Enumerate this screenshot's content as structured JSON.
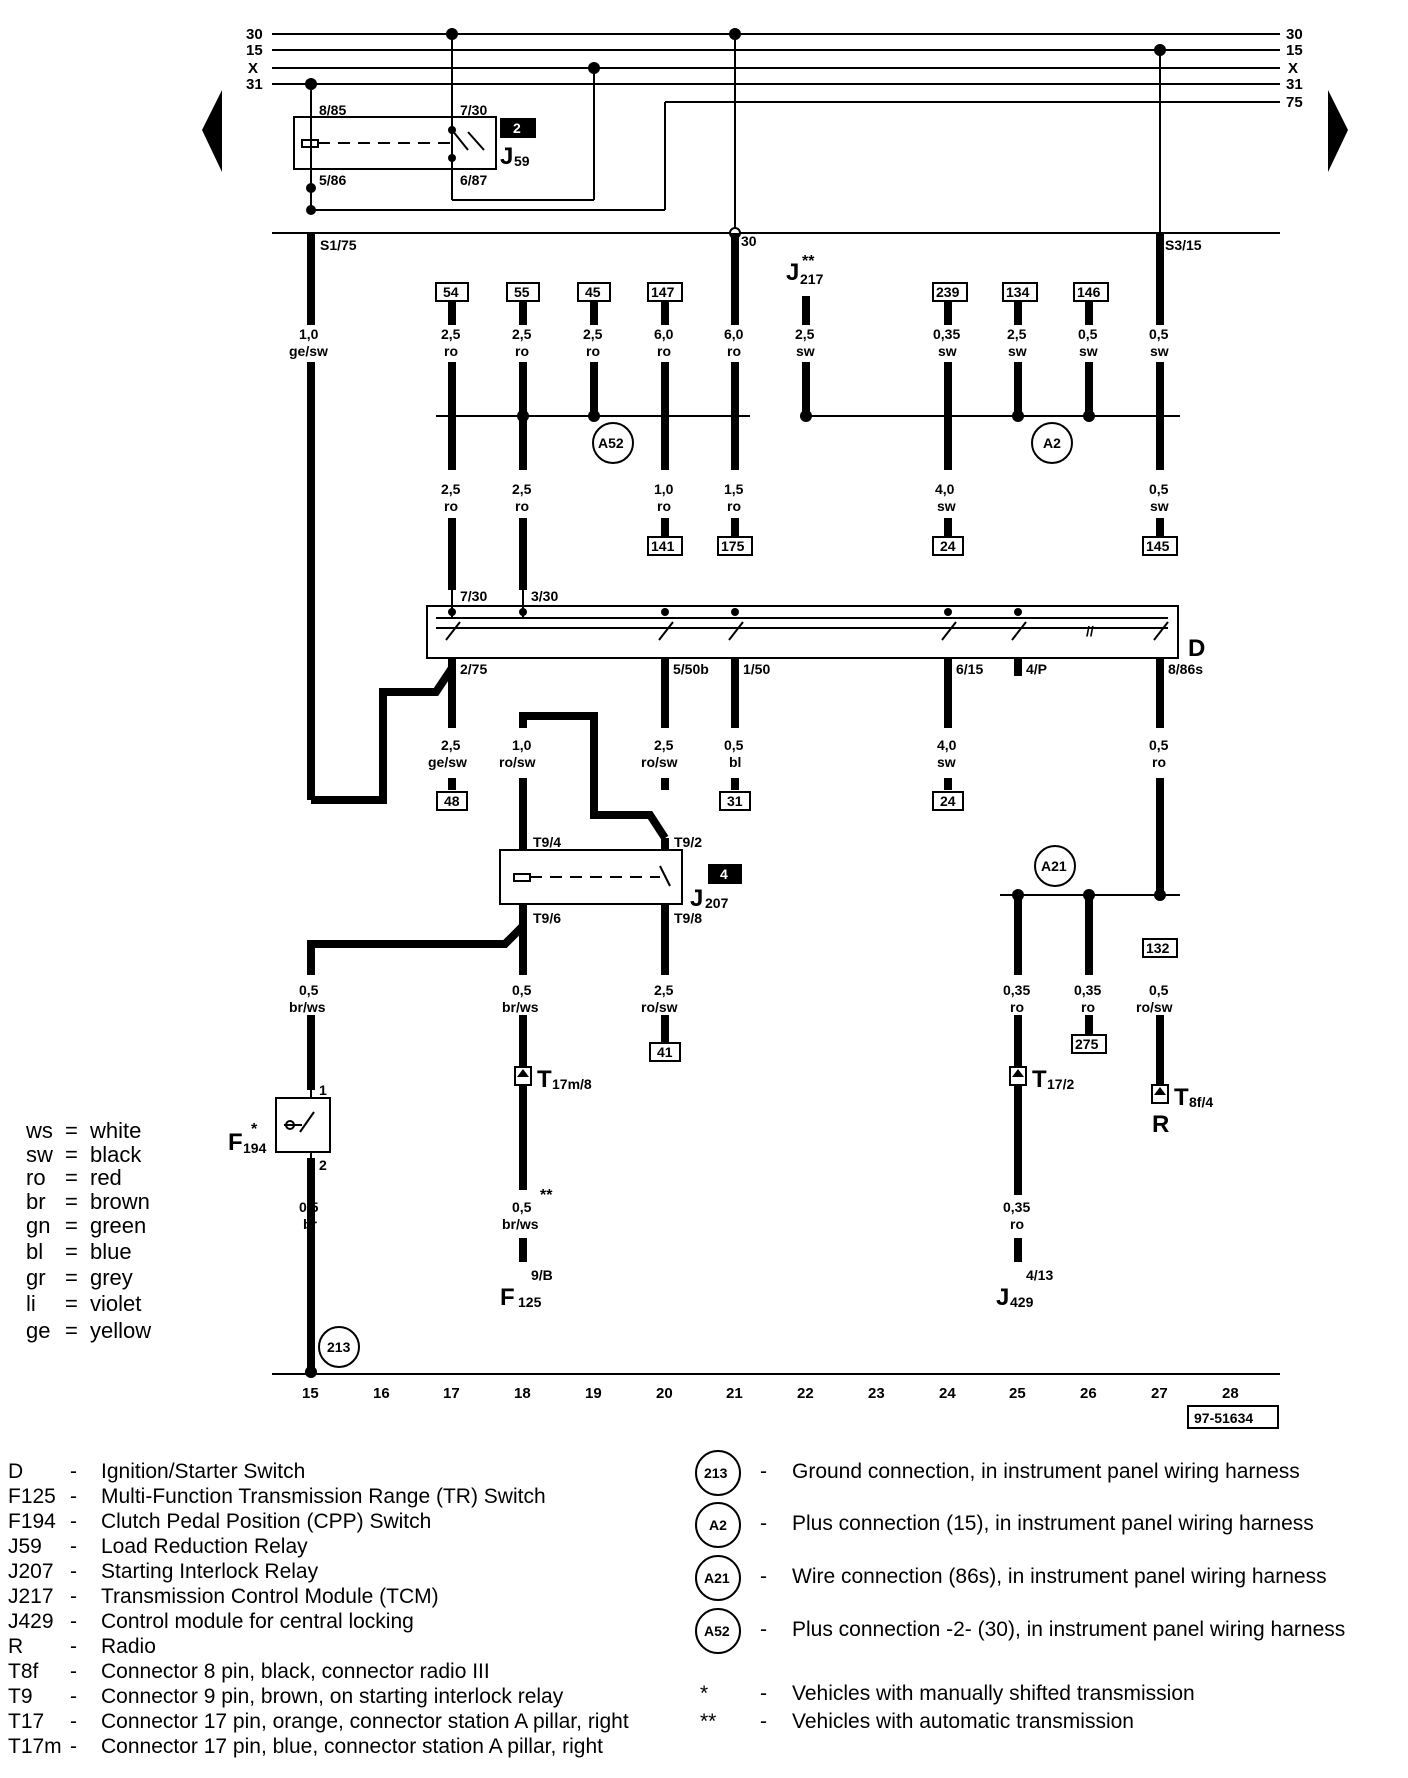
{
  "top_rails": [
    {
      "id": "30",
      "left": "30",
      "right": "30"
    },
    {
      "id": "15",
      "left": "15",
      "right": "15"
    },
    {
      "id": "x",
      "left": "X",
      "right": "X"
    },
    {
      "id": "31",
      "left": "31",
      "right": "31"
    },
    {
      "id": "75",
      "left": "",
      "right": "75"
    }
  ],
  "j59": {
    "badge": "2",
    "name": "J",
    "sub": "59",
    "pin_top_left": "8/85",
    "pin_top_right": "7/30",
    "pin_bottom_left": "5/86",
    "pin_bottom_right": "6/87"
  },
  "bus_labels": {
    "s1": "S1/75",
    "tap30": "30",
    "s3": "S3/15"
  },
  "j217": {
    "name": "J",
    "sub": "217",
    "star": "**"
  },
  "top_refs": [
    "54",
    "55",
    "45",
    "147",
    "239",
    "134",
    "146"
  ],
  "wires_upper": [
    {
      "g": "1,0",
      "c": "ge/sw"
    },
    {
      "g": "2,5",
      "c": "ro"
    },
    {
      "g": "2,5",
      "c": "ro"
    },
    {
      "g": "2,5",
      "c": "ro"
    },
    {
      "g": "6,0",
      "c": "ro"
    },
    {
      "g": "6,0",
      "c": "ro"
    },
    {
      "g": "2,5",
      "c": "sw"
    },
    {
      "g": "0,35",
      "c": "sw"
    },
    {
      "g": "2,5",
      "c": "sw"
    },
    {
      "g": "0,5",
      "c": "sw"
    },
    {
      "g": "0,5",
      "c": "sw"
    }
  ],
  "splices": {
    "a52": "A52",
    "a2": "A2",
    "a21": "A21",
    "g213": "213"
  },
  "wires_mid": [
    {
      "g": "2,5",
      "c": "ro"
    },
    {
      "g": "2,5",
      "c": "ro"
    },
    {
      "g": "1,0",
      "c": "ro"
    },
    {
      "g": "1,5",
      "c": "ro"
    },
    {
      "g": "4,0",
      "c": "sw"
    },
    {
      "g": "0,5",
      "c": "sw"
    }
  ],
  "mid_refs": [
    "141",
    "175",
    "24",
    "145"
  ],
  "switch_d": {
    "name": "D",
    "pins_top": [
      "7/30",
      "3/30"
    ],
    "pins_bottom": [
      "2/75",
      "5/50b",
      "1/50",
      "6/15",
      "4/P",
      "8/86s"
    ]
  },
  "wires_lower": [
    {
      "g": "2,5",
      "c": "ge/sw"
    },
    {
      "g": "1,0",
      "c": "ro/sw"
    },
    {
      "g": "2,5",
      "c": "ro/sw"
    },
    {
      "g": "0,5",
      "c": "bl"
    },
    {
      "g": "4,0",
      "c": "sw"
    },
    {
      "g": "0,5",
      "c": "ro"
    }
  ],
  "lower_refs": [
    "48",
    "31",
    "24",
    "132",
    "41",
    "275"
  ],
  "j207": {
    "badge": "4",
    "name": "J",
    "sub": "207",
    "pins": [
      "T9/4",
      "T9/2",
      "T9/6",
      "T9/8"
    ]
  },
  "wires_bottom": [
    {
      "g": "0,5",
      "c": "br/ws"
    },
    {
      "g": "0,5",
      "c": "br/ws"
    },
    {
      "g": "2,5",
      "c": "ro/sw"
    },
    {
      "g": "0,35",
      "c": "ro"
    },
    {
      "g": "0,35",
      "c": "ro"
    },
    {
      "g": "0,5",
      "c": "ro/sw"
    },
    {
      "g": "0,5",
      "c": "br"
    },
    {
      "g": "0,5",
      "c": "br/ws"
    },
    {
      "g": "0,35",
      "c": "ro"
    }
  ],
  "connectors": [
    {
      "name": "T",
      "sub": "17m/8"
    },
    {
      "name": "T",
      "sub": "17/2"
    },
    {
      "name": "T",
      "sub": "8f/4"
    }
  ],
  "f194": {
    "name": "F",
    "sub": "194",
    "star": "*",
    "pin1": "1",
    "pin2": "2"
  },
  "f125": {
    "name": "F",
    "sub": "125",
    "pin": "9/B",
    "star": "**"
  },
  "j429": {
    "name": "J",
    "sub": "429",
    "pin": "4/13"
  },
  "radio": "R",
  "color_legend": [
    {
      "code": "ws",
      "eq": "=",
      "name": "white"
    },
    {
      "code": "sw",
      "eq": "=",
      "name": "black"
    },
    {
      "code": "ro",
      "eq": "=",
      "name": "red"
    },
    {
      "code": "br",
      "eq": "=",
      "name": "brown"
    },
    {
      "code": "gn",
      "eq": "=",
      "name": "green"
    },
    {
      "code": "bl",
      "eq": "=",
      "name": "blue"
    },
    {
      "code": "gr",
      "eq": "=",
      "name": "grey"
    },
    {
      "code": "li",
      "eq": "=",
      "name": "violet"
    },
    {
      "code": "ge",
      "eq": "=",
      "name": "yellow"
    }
  ],
  "tracks": [
    "15",
    "16",
    "17",
    "18",
    "19",
    "20",
    "21",
    "22",
    "23",
    "24",
    "25",
    "26",
    "27",
    "28"
  ],
  "drawing_id": "97-51634",
  "key_left": [
    {
      "code": "D",
      "dash": "-",
      "text": "Ignition/Starter Switch"
    },
    {
      "code": "F125",
      "dash": "-",
      "text": "Multi-Function Transmission Range (TR) Switch"
    },
    {
      "code": "F194",
      "dash": "-",
      "text": "Clutch Pedal Position (CPP) Switch"
    },
    {
      "code": "J59",
      "dash": "-",
      "text": "Load Reduction Relay"
    },
    {
      "code": "J207",
      "dash": "-",
      "text": "Starting Interlock Relay"
    },
    {
      "code": "J217",
      "dash": "-",
      "text": "Transmission Control Module (TCM)"
    },
    {
      "code": "J429",
      "dash": "-",
      "text": "Control module for central locking"
    },
    {
      "code": "R",
      "dash": "-",
      "text": "Radio"
    },
    {
      "code": "T8f",
      "dash": "-",
      "text": "Connector 8 pin, black, connector radio III"
    },
    {
      "code": "T9",
      "dash": "-",
      "text": "Connector 9 pin, brown, on starting interlock relay"
    },
    {
      "code": "T17",
      "dash": "-",
      "text": "Connector 17 pin, orange, connector station A pillar, right"
    },
    {
      "code": "T17m",
      "dash": "-",
      "text": "Connector 17 pin, blue, connector station A pillar, right"
    }
  ],
  "key_right": [
    {
      "symbol": "213",
      "dash": "-",
      "text": "Ground connection, in instrument panel wiring harness"
    },
    {
      "symbol": "A2",
      "dash": "-",
      "text": "Plus connection (15), in instrument panel wiring harness"
    },
    {
      "symbol": "A21",
      "dash": "-",
      "text": "Wire connection (86s), in instrument panel wiring harness"
    },
    {
      "symbol": "A52",
      "dash": "-",
      "text": "Plus connection -2- (30), in instrument panel wiring harness"
    }
  ],
  "key_notes": [
    {
      "symbol": "*",
      "dash": "-",
      "text": "Vehicles with manually shifted transmission"
    },
    {
      "symbol": "**",
      "dash": "-",
      "text": "Vehicles with automatic transmission"
    }
  ]
}
